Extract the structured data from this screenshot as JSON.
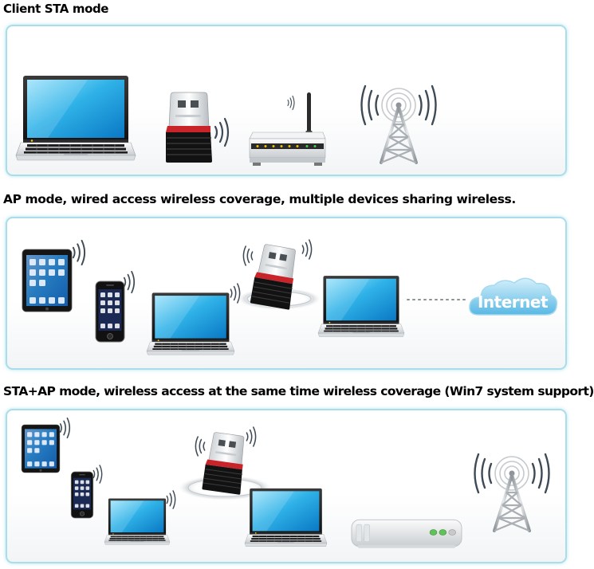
{
  "sections": [
    {
      "title": "Client STA mode"
    },
    {
      "title": "AP mode, wired access wireless coverage, multiple devices sharing wireless."
    },
    {
      "title": "STA+AP mode, wireless access at the same time wireless coverage (Win7 system support)"
    }
  ],
  "cloud_label": "Internet",
  "colors": {
    "panel_border": "#a8dde9",
    "screen_blue": "#29a9e1",
    "usb_red": "#c8242a",
    "wave": "#3e4a55"
  },
  "icons": [
    "laptop-icon",
    "usb-wifi-adapter-icon",
    "router-icon",
    "cell-tower-icon",
    "tablet-icon",
    "smartphone-icon",
    "internet-cloud-icon",
    "modem-icon",
    "wifi-wave-icon"
  ]
}
